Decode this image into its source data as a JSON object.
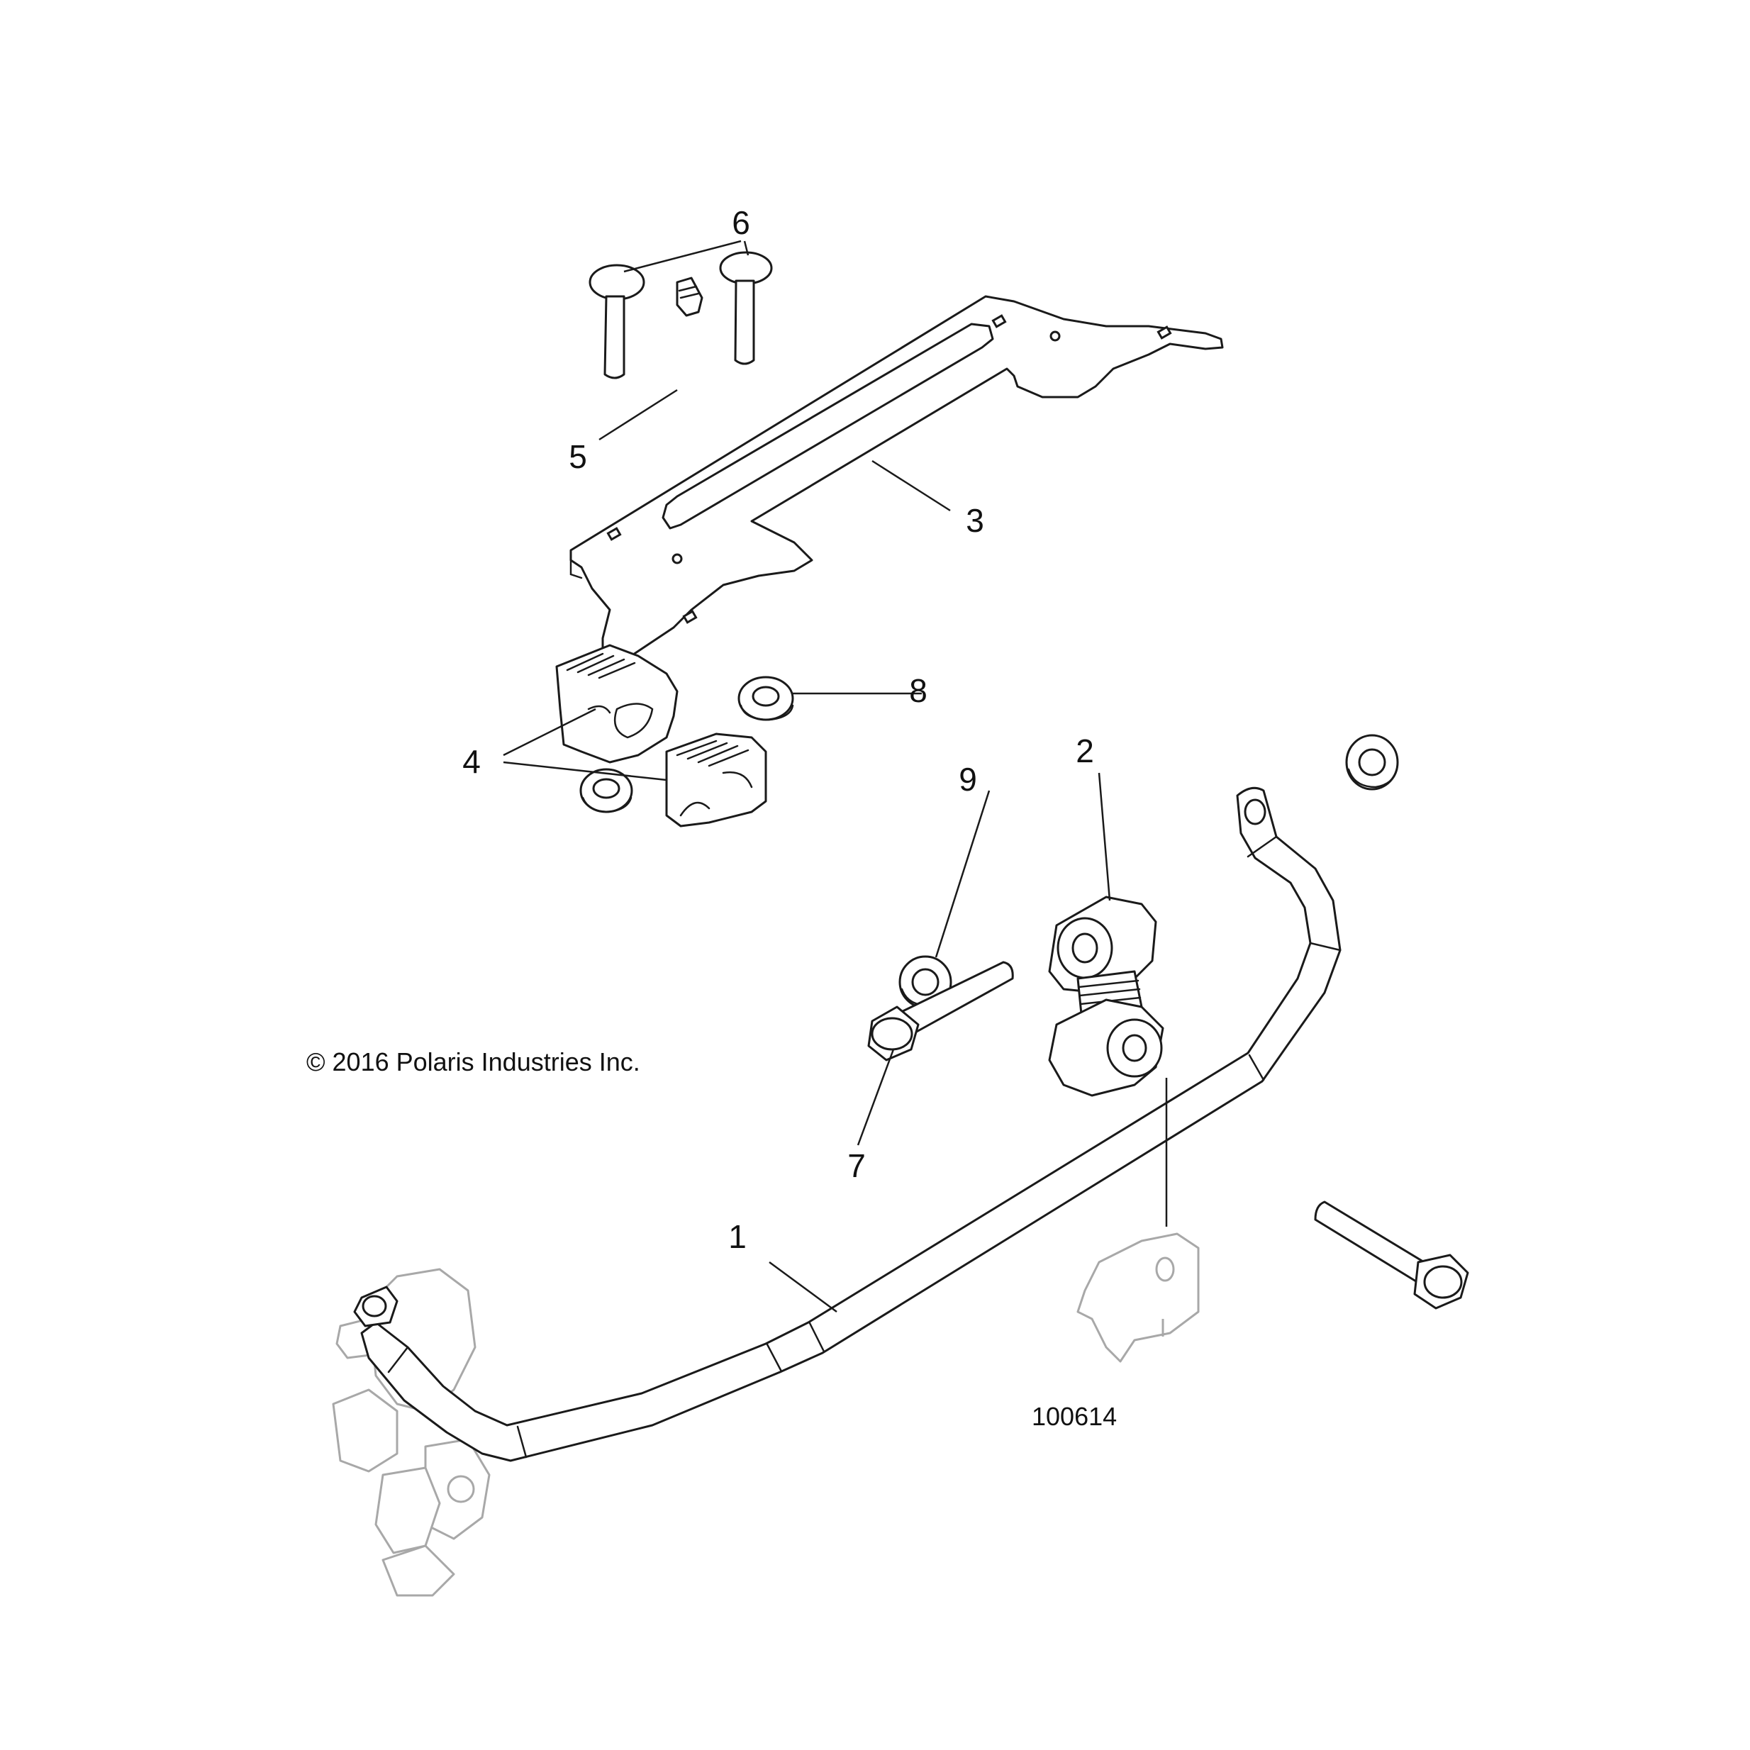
{
  "copyright": "© 2016 Polaris Industries Inc.",
  "figure_id": "100614",
  "callouts": [
    {
      "id": "1",
      "label": "1"
    },
    {
      "id": "2",
      "label": "2"
    },
    {
      "id": "3",
      "label": "3"
    },
    {
      "id": "4",
      "label": "4"
    },
    {
      "id": "5",
      "label": "5"
    },
    {
      "id": "6",
      "label": "6"
    },
    {
      "id": "7",
      "label": "7"
    },
    {
      "id": "8",
      "label": "8"
    },
    {
      "id": "9",
      "label": "9"
    }
  ],
  "colors": {
    "line": "#1a1a1a",
    "ghost": "#a8a8a8",
    "background": "#ffffff"
  }
}
